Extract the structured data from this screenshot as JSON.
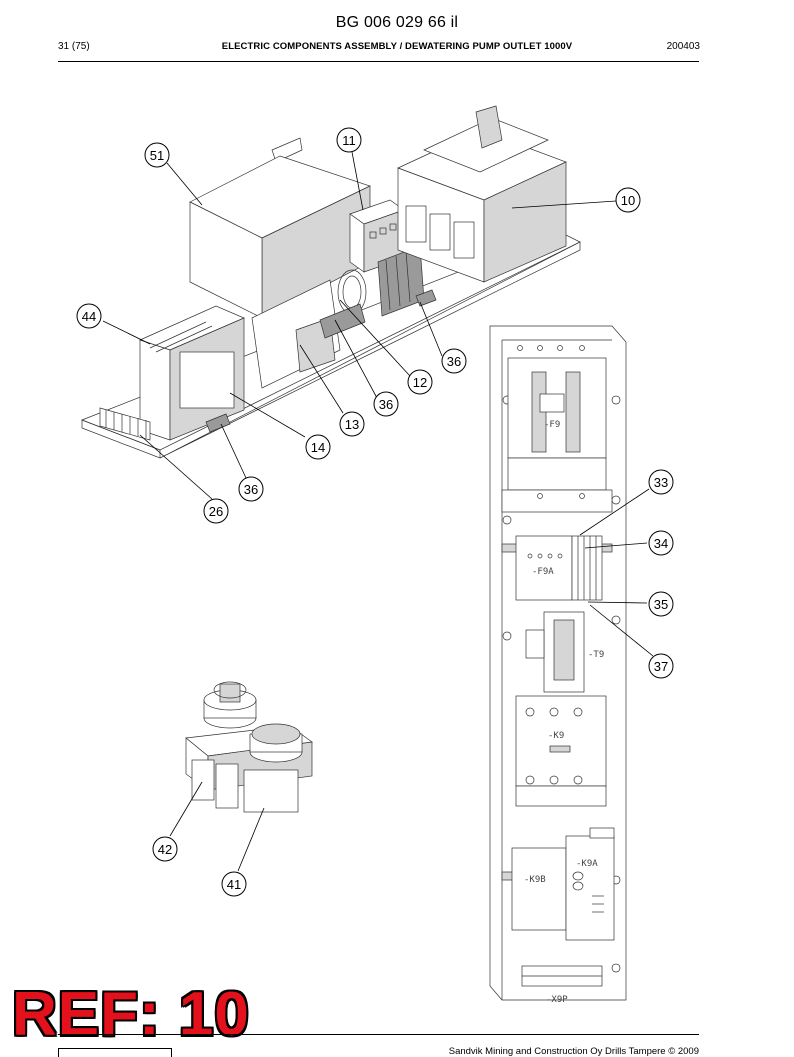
{
  "header": {
    "doc_code": "BG 006 029 66 il",
    "page": "31 (75)",
    "title": "ELECTRIC COMPONENTS ASSEMBLY / DEWATERING PUMP OUTLET 1000V",
    "date_code": "200403"
  },
  "callouts": {
    "c51": "51",
    "c11": "11",
    "c10": "10",
    "c44": "44",
    "c36a": "36",
    "c12": "12",
    "c36b": "36",
    "c13": "13",
    "c14": "14",
    "c36c": "36",
    "c26": "26",
    "c33": "33",
    "c34": "34",
    "c35": "35",
    "c37": "37",
    "c42": "42",
    "c41": "41"
  },
  "panel_labels": {
    "f9": "-F9",
    "f9a": "-F9A",
    "t9": "-T9",
    "k9": "-K9",
    "k9a": "-K9A",
    "k9b": "-K9B",
    "x9p": "-X9P"
  },
  "stamp": {
    "text": "REF: 10"
  },
  "footer": {
    "copyright": "Sandvik Mining and Construction Oy Drills Tampere © 2009"
  },
  "colors": {
    "stamp": "#e3111b",
    "ink": "#000000"
  }
}
